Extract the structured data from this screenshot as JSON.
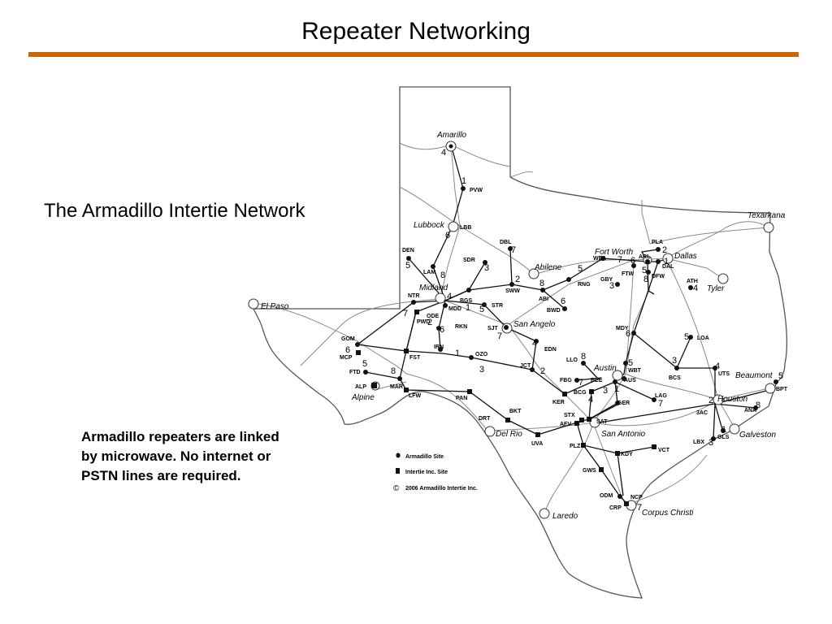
{
  "slide": {
    "title": "Repeater Networking",
    "subtitle": "The Armadillo Intertie Network",
    "note": "Armadillo repeaters are linked by microwave.  No internet or PSTN lines are required.",
    "rule_color": "#cc6600"
  },
  "legend": {
    "armadillo_site": "Armadillo Site",
    "intertie_site": "Intertie Inc. Site",
    "copyright": "2006 Armadillo Intertie Inc."
  },
  "cities": {
    "amarillo": "Amarillo",
    "lubbock": "Lubbock",
    "abilene": "Abilene",
    "fort_worth": "Fort Worth",
    "dallas": "Dallas",
    "texarkana": "Texarkana",
    "tyler": "Tyler",
    "midland": "Midland",
    "el_paso": "El Paso",
    "san_angelo": "San Angelo",
    "austin": "Austin",
    "alpine": "Alpine",
    "del_rio": "Del Rio",
    "san_antonio": "San Antonio",
    "houston": "Houston",
    "beaumont": "Beaumont",
    "galveston": "Galveston",
    "laredo": "Laredo",
    "corpus_christi": "Corpus Christi"
  },
  "sites": {
    "PVW": "PVW",
    "LBB": "LBB",
    "DEN": "DEN",
    "LAM": "LAM",
    "SDR": "SDR",
    "DBL": "DBL",
    "PLA": "PLA",
    "WEA": "WEA",
    "ARL": "ARL",
    "DAL": "DAL",
    "FTW": "FTW",
    "DFW": "DFW",
    "GBY": "GBY",
    "RNG": "RNG",
    "SWW": "SWW",
    "ABI": "ABI",
    "BWD": "BWD",
    "ATH": "ATH",
    "NTR": "NTR",
    "BGS": "BGS",
    "STR": "STR",
    "ODE": "ODE",
    "MDD": "MDD",
    "PWD": "PWD",
    "RKN": "RKN",
    "SJT": "SJT",
    "GOM": "GOM",
    "MCP": "MCP",
    "FST": "FST",
    "IRN": "IRN",
    "OZO": "OZO",
    "EDN": "EDN",
    "MDY": "MDY",
    "LOA": "LOA",
    "LLO": "LLO",
    "JCT": "JCT",
    "WBT": "WBT",
    "AUS": "AUS",
    "FBG": "FBG",
    "BEE": "BEE",
    "BCG": "BCG",
    "UTS": "UTS",
    "BCS": "BCS",
    "FTD": "FTD",
    "ALP": "ALP",
    "MAR": "MAR",
    "LFW": "LFW",
    "PAN": "PAN",
    "KER": "KER",
    "LAG": "LAG",
    "GER": "GER",
    "BPT": "BPT",
    "ANA": "ANA",
    "BKT": "BKT",
    "DRT": "DRT",
    "STX": "STX",
    "AFV": "AFV",
    "SAT": "SAT",
    "UVA": "UVA",
    "PLZ": "PLZ",
    "KDY": "KDY",
    "VCT": "VCT",
    "GWS": "GWS",
    "ODM": "ODM",
    "NCP": "NCP",
    "CRP": "CRP",
    "3AC": "3AC",
    "LBX": "LBX",
    "GLS": "GLS"
  },
  "hops": {
    "amarillo": "4",
    "pvw": "1",
    "lbb": "6",
    "den": "5",
    "lam": "8",
    "sdr": "3",
    "dbl": "7",
    "abilene": "2",
    "sww": "8",
    "abi": "6",
    "fw": "5",
    "fw7": "7",
    "fw6": "6",
    "pla": "2",
    "dal1": "1",
    "dal5": "5",
    "dfw": "8",
    "gby": "3",
    "ath": "4",
    "midland": "4",
    "bgs": "1",
    "str": "5",
    "ntr": "7",
    "pwd": "2",
    "rkn": "6",
    "sjt": "7",
    "edn": "4",
    "gom": "6",
    "irn": "1",
    "ozo": "3",
    "jct": "2",
    "ftd": "5",
    "mar": "8",
    "mdy": "6",
    "loa": "5",
    "llo": "8",
    "fbg": "7",
    "wbt": "5",
    "aus3": "3",
    "aus1": "1",
    "bcs": "3",
    "uts": "4",
    "bpt": "5",
    "bcg": "4",
    "lag": "7",
    "hou": "2",
    "ana": "8",
    "lbx": "3",
    "gls": "1",
    "ncp": "7"
  },
  "icons": {
    "legend_dot": "filled-circle",
    "legend_square": "filled-square",
    "copyright": "©"
  }
}
